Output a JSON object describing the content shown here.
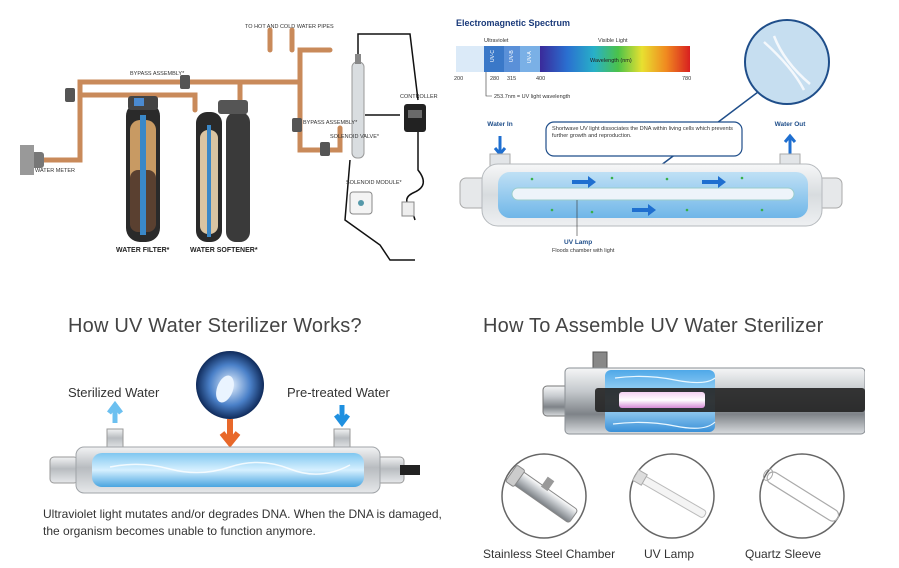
{
  "plumbing": {
    "top_label": "TO HOT AND COLD WATER PIPES",
    "bypass_top": "BYPASS ASSEMBLY*",
    "bypass_right": "BYPASS ASSEMBLY*",
    "solenoid_valve": "SOLENOID VALVE*",
    "controller": "CONTROLLER",
    "solenoid_module": "SOLENOID MODULE*",
    "water_meter": "WATER METER",
    "water_filter": "WATER FILTER*",
    "water_softener": "WATER SOFTENER*"
  },
  "spectrum": {
    "title": "Electromagnetic Spectrum",
    "ultraviolet": "Ultraviolet",
    "visible_light": "Visible Light",
    "uv_c": "UV-C",
    "uv_b": "UV-B",
    "uv_a": "UV-A",
    "ticks": [
      "200",
      "280",
      "315",
      "400",
      "780"
    ],
    "wavelength_label": "Wavelength (nm)",
    "note": "253.7nm = UV light wavelength",
    "water_in": "Water In",
    "water_out": "Water Out",
    "callout": "Shortwave UV light dissociates the DNA within living cells which prevents further growth and reproduction.",
    "uv_lamp": "UV Lamp",
    "uv_lamp_sub": "Floods chamber with light"
  },
  "works": {
    "title": "How UV Water Sterilizer Works?",
    "sterilized": "Sterilized Water",
    "pretreated": "Pre-treated Water",
    "desc_line1": "Ultraviolet light mutates and/or degrades DNA. When the DNA is damaged,",
    "desc_line2": "the organism becomes unable to function anymore."
  },
  "assemble": {
    "title": "How To Assemble UV Water Sterilizer",
    "parts": [
      "Stainless Steel Chamber",
      "UV Lamp",
      "Quartz Sleeve"
    ]
  }
}
